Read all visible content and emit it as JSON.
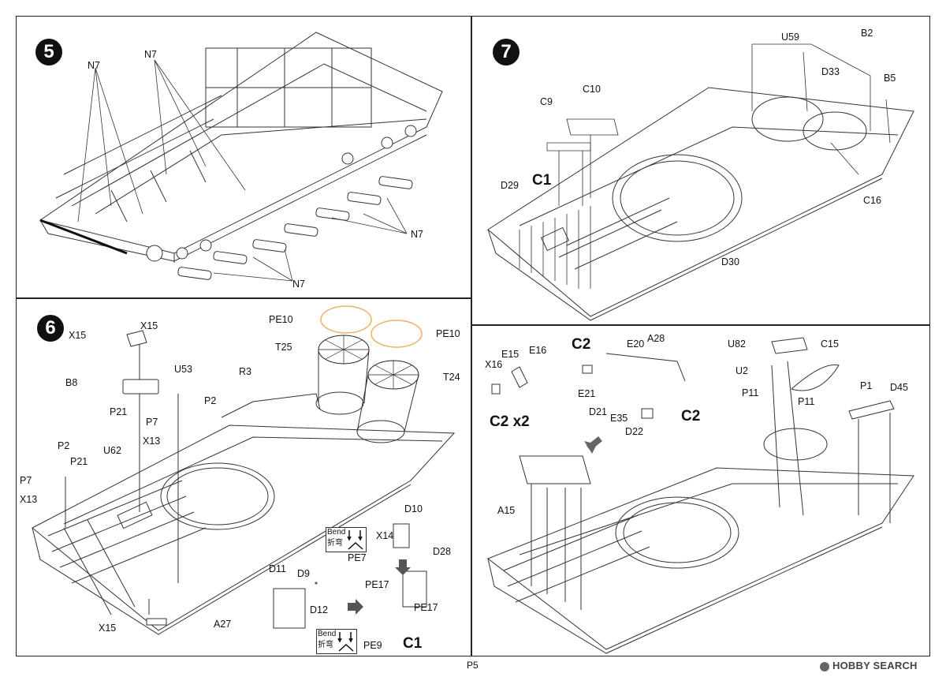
{
  "steps": {
    "s5": {
      "number": "5",
      "labels": [
        "N7",
        "N7",
        "N7",
        "N7"
      ]
    },
    "s6": {
      "number": "6",
      "labels": {
        "pe10a": "PE10",
        "pe10b": "PE10",
        "t25": "T25",
        "t24": "T24",
        "r3": "R3",
        "x15a": "X15",
        "x15b": "X15",
        "x15c": "X15",
        "u53": "U53",
        "b8": "B8",
        "p2a": "P2",
        "p21a": "P21",
        "p7a": "P7",
        "x13a": "X13",
        "u62": "U62",
        "p2b": "P2",
        "p21b": "P21",
        "p7b": "P7",
        "x13b": "X13",
        "d10": "D10",
        "x14": "X14",
        "d28": "D28",
        "pe7": "PE7",
        "d11": "D11",
        "d9": "D9",
        "d12": "D12",
        "a27": "A27",
        "pe17a": "PE17",
        "pe17b": "PE17",
        "pe9": "PE9",
        "c1": "C1",
        "bend1": "Bend",
        "bend1cn": "折弯",
        "bend2": "Bend",
        "bend2cn": "折弯"
      }
    },
    "s7": {
      "number": "7",
      "labels": {
        "u59": "U59",
        "b2": "B2",
        "d33": "D33",
        "b5": "B5",
        "c10": "C10",
        "c9": "C9",
        "c1": "C1",
        "d29": "D29",
        "c16": "C16",
        "d30": "D30"
      }
    },
    "s8": {
      "labels": {
        "c2a": "C2",
        "e20": "E20",
        "a28": "A28",
        "u82": "U82",
        "c15": "C15",
        "x16": "X16",
        "e15": "E15",
        "e16": "E16",
        "e21": "E21",
        "u2": "U2",
        "p11a": "P11",
        "p11b": "P11",
        "p1": "P1",
        "d45": "D45",
        "d21": "D21",
        "e35": "E35",
        "c2b": "C2",
        "d22": "D22",
        "c2x2": "C2 x2",
        "a15": "A15"
      }
    }
  },
  "footer": {
    "page": "P5",
    "watermark": "HOBBY SEARCH"
  }
}
